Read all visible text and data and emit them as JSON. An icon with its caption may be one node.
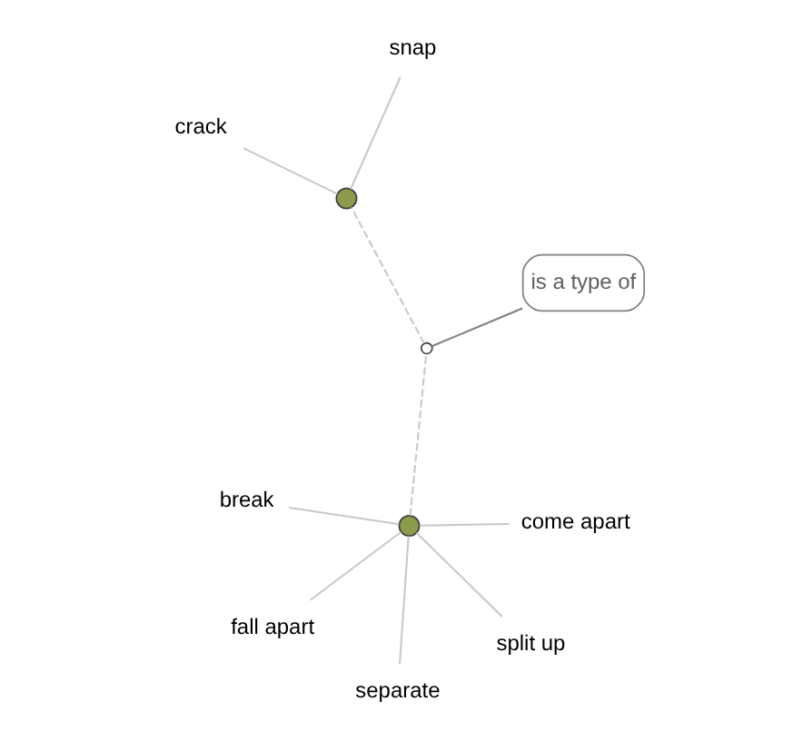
{
  "diagram": {
    "nodes": [
      {
        "text": [
          "crack"
        ]
      },
      {
        "text": [
          "snap"
        ]
      },
      {
        "text": [],
        "shape": "circle"
      },
      {
        "text": [
          "is a type of"
        ]
      },
      {
        "text": [],
        "shape": "circle"
      },
      {
        "text": [
          "break"
        ]
      },
      {
        "text": [],
        "shape": "circle"
      },
      {
        "text": [
          "come apart"
        ]
      },
      {
        "text": [
          "fall apart"
        ]
      },
      {
        "text": [
          "separate"
        ]
      },
      {
        "text": [
          "split up"
        ]
      }
    ],
    "edges": [
      {
        "from": 2,
        "to": 0,
        "arrow": "none"
      },
      {
        "from": 2,
        "to": 1,
        "arrow": "none"
      },
      {
        "from": 3,
        "to": 4,
        "arrow": "none",
        "color": "#808080"
      },
      {
        "from": 4,
        "to": 2,
        "arrow": "none",
        "style": "dashed"
      },
      {
        "from": 6,
        "to": 4,
        "arrow": "none",
        "style": "dashed"
      },
      {
        "from": 6,
        "to": 5,
        "arrow": "none"
      },
      {
        "from": 6,
        "to": 7,
        "arrow": "none"
      },
      {
        "from": 6,
        "to": 8,
        "arrow": "none"
      },
      {
        "from": 6,
        "to": 9,
        "arrow": "none"
      },
      {
        "from": 6,
        "to": 10,
        "arrow": "none"
      }
    ]
  }
}
